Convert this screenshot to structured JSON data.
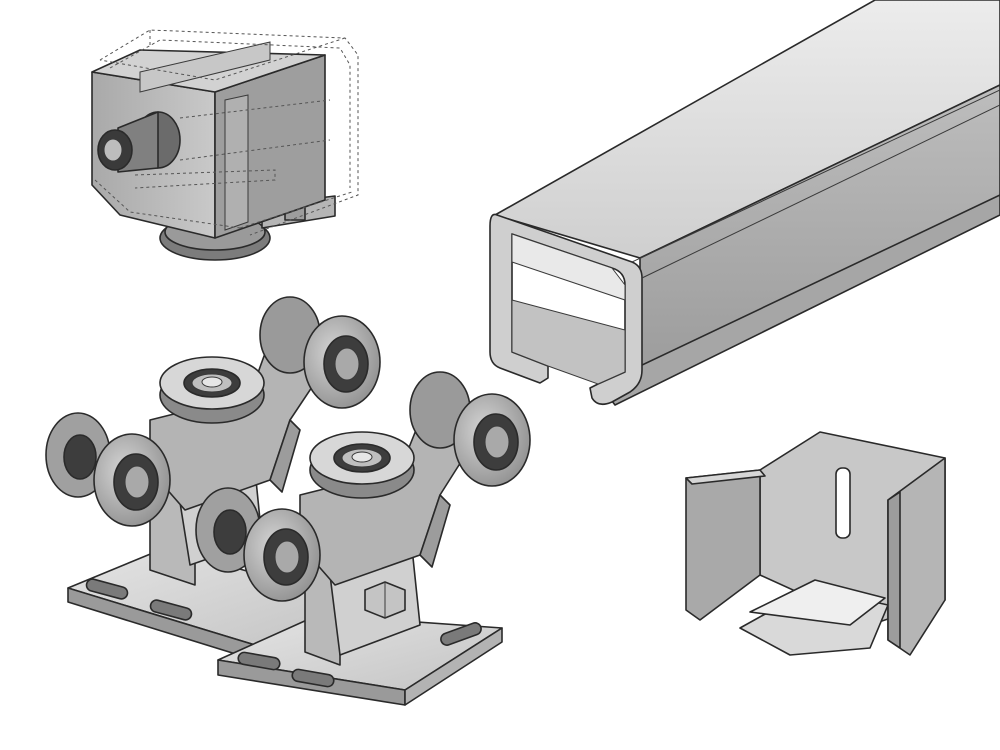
{
  "colors": {
    "background": "#ffffff",
    "metal_light": "#dedede",
    "metal_mid": "#b9b9b9",
    "metal_dark": "#8f8f8f",
    "metal_shadow": "#6e6e6e",
    "bearing_dark": "#3c3c3c",
    "outline": "#2a2a2a"
  },
  "parts": [
    {
      "id": "end-stop-roller",
      "icon": "end-roller-icon"
    },
    {
      "id": "guide-rail",
      "icon": "rail-profile-icon"
    },
    {
      "id": "carriage-left",
      "icon": "roller-carriage-icon"
    },
    {
      "id": "carriage-right",
      "icon": "roller-carriage-icon"
    },
    {
      "id": "rail-end-cap",
      "icon": "end-cap-icon"
    }
  ]
}
